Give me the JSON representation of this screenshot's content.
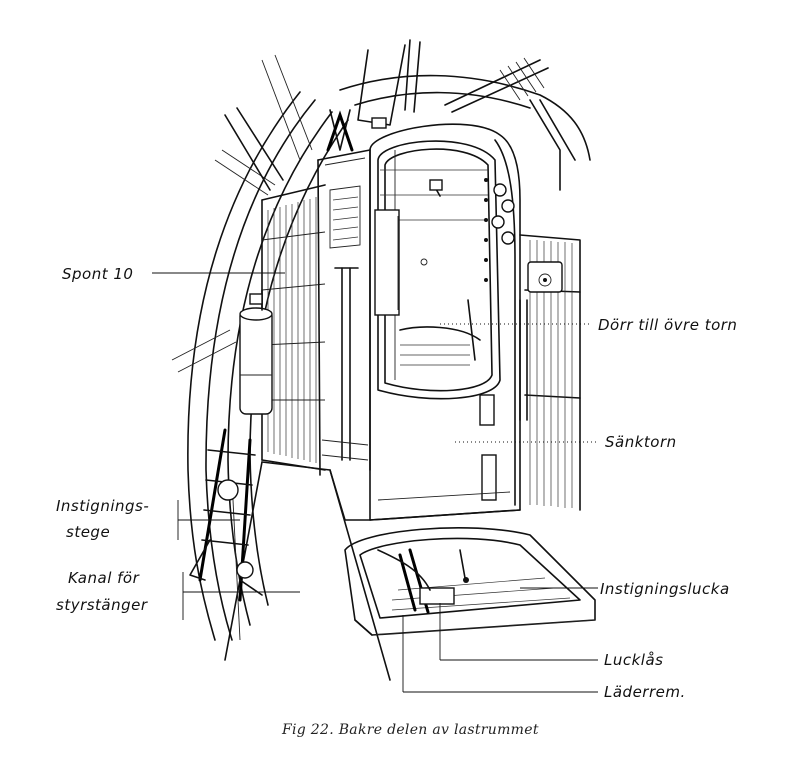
{
  "labels": {
    "spont": "Spont 10",
    "door": "Dörr till övre torn",
    "sank": "Sänktorn",
    "instig_line1": "Instignings-",
    "instig_line2": "stege",
    "kanal_line1": "Kanal för",
    "kanal_line2": "styrstänger",
    "instig_lucka": "Instigningslucka",
    "lucklas": "Lucklås",
    "loderrem": "Läderrem."
  },
  "caption": "Fig 22. Bakre delen av lastrummet"
}
